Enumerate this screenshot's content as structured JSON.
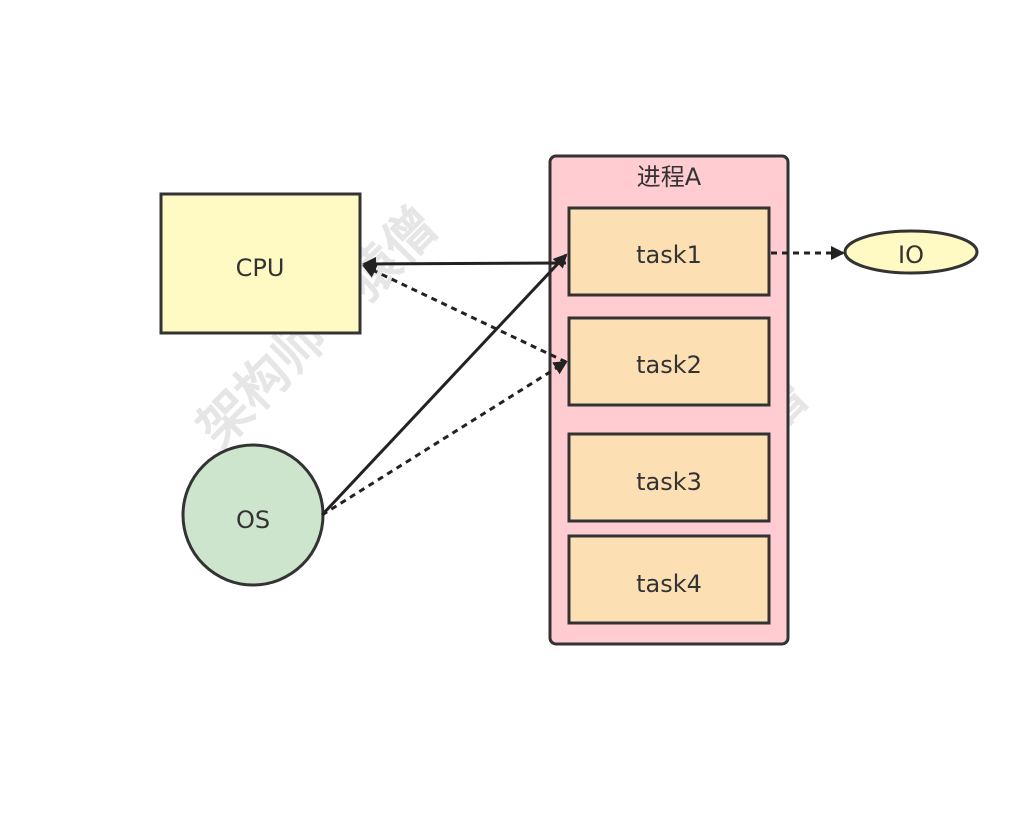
{
  "cpu": {
    "label": "CPU",
    "fill": "#fff9c4",
    "stroke": "#333333"
  },
  "os": {
    "label": "OS",
    "fill": "#cce5cc",
    "stroke": "#333333"
  },
  "process": {
    "title": "进程A",
    "fill": "#ffccd2",
    "stroke": "#333333",
    "tasks": [
      {
        "label": "task1"
      },
      {
        "label": "task2"
      },
      {
        "label": "task3"
      },
      {
        "label": "task4"
      }
    ],
    "task_fill": "#fce0b4"
  },
  "io": {
    "label": "IO",
    "fill": "#fff9c4",
    "stroke": "#333333"
  },
  "watermark": {
    "text": "架构师小猿僧"
  }
}
